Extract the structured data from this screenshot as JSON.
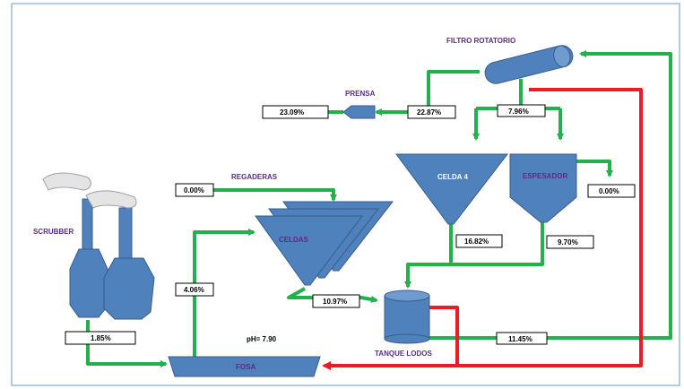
{
  "labels": {
    "filtro": "FILTRO ROTATORIO",
    "prensa": "PRENSA",
    "regaderas": "REGADERAS",
    "celda4": "CELDA 4",
    "espesador": "ESPESADOR",
    "scrubber": "SCRUBBER",
    "celdas": "CELDAS",
    "fosa": "FOSA",
    "tanque": "TANQUE LODOS",
    "ph": "pH= 7.90"
  },
  "values": {
    "prensa_out": "23.09%",
    "filtro_to_prensa": "22.87%",
    "filtro_split": "7.96%",
    "regaderas": "0.00%",
    "espesador_over": "0.00%",
    "celda4_under": "16.82%",
    "espesador_under": "9.70%",
    "fosa_to_celdas": "4.06%",
    "celdas_to_tanque": "10.97%",
    "tanque_to_filtro": "11.45%",
    "scrubber_to_fosa": "1.85%"
  },
  "colors": {
    "flow": "#22b14c",
    "recycle": "#ed1c24",
    "equipment": "#4f81bd",
    "label": "#5b2c86"
  }
}
